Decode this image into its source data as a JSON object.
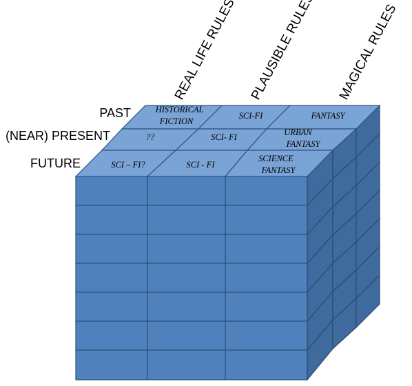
{
  "column_headers": [
    "REAL LIFE RULES",
    "PLAUSIBLE RULES",
    "MAGICAL RULES"
  ],
  "row_headers": [
    "PAST",
    "(NEAR) PRESENT",
    "FUTURE"
  ],
  "grid": {
    "past": [
      "HISTORICAL\nFICTION",
      "SCI-FI",
      "FANTASY"
    ],
    "present": [
      "??",
      "SCI- FI",
      "URBAN\nFANTASY"
    ],
    "future": [
      "SCI – FI?",
      "SCI - FI",
      "SCIENCE\nFANTASY"
    ]
  },
  "colors": {
    "front": "#4f81bd",
    "side": "#3f6a9e",
    "top": "#7aa3d6",
    "edge": "#2e4f75"
  }
}
